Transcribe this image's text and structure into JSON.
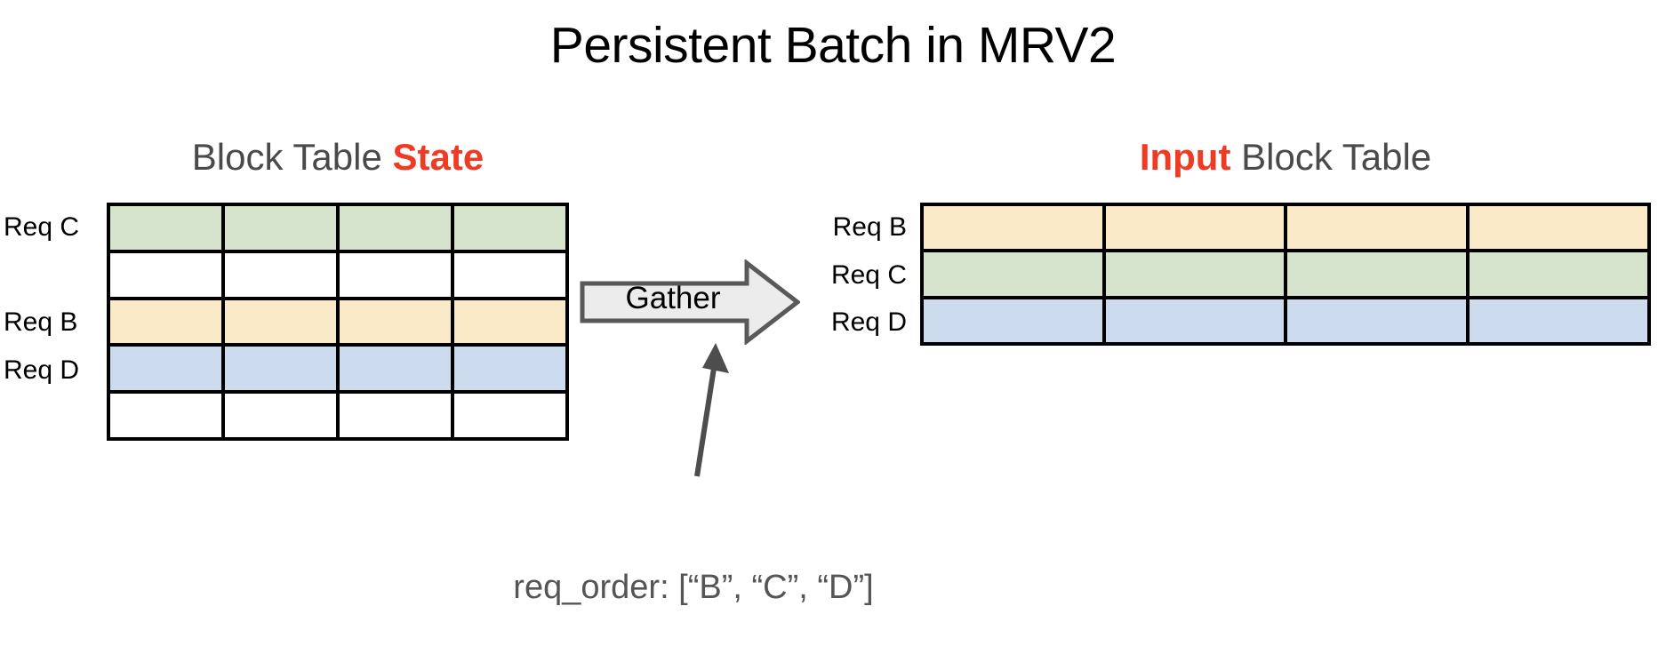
{
  "slide": {
    "title": "Persistent Batch in MRV2",
    "background": "#ffffff"
  },
  "colors": {
    "accent_red": "#ef3b24",
    "heading_gray": "#4a4a4a",
    "caption_gray": "#555555",
    "grid_border": "#000000",
    "req_b_fill": "#fbeac8",
    "req_c_fill": "#d7e4cd",
    "req_d_fill": "#ccdcee",
    "empty_fill": "#ffffff",
    "arrow_fill": "#ececec",
    "arrow_stroke": "#595959"
  },
  "state_table": {
    "heading_prefix": "Block Table ",
    "heading_accent": "State",
    "columns": 4,
    "rows": [
      {
        "label": "Req C",
        "fill": "#d7e4cd"
      },
      {
        "label": "",
        "fill": "#ffffff"
      },
      {
        "label": "Req B",
        "fill": "#fbeac8"
      },
      {
        "label": "Req D",
        "fill": "#ccdcee"
      },
      {
        "label": "",
        "fill": "#ffffff"
      }
    ]
  },
  "input_table": {
    "heading_accent": "Input",
    "heading_suffix": " Block Table",
    "columns": 4,
    "rows": [
      {
        "label": "Req B",
        "fill": "#fbeac8"
      },
      {
        "label": "Req C",
        "fill": "#d7e4cd"
      },
      {
        "label": "Req D",
        "fill": "#ccdcee"
      }
    ]
  },
  "gather": {
    "label": "Gather"
  },
  "caption": {
    "text": "req_order: [“B”, “C”, “D”]"
  }
}
